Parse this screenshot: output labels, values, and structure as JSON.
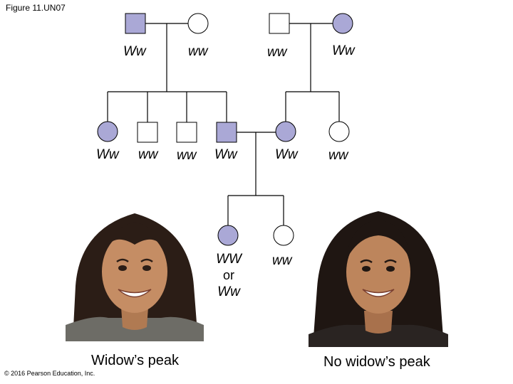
{
  "figure_label": "Figure 11.UN07",
  "genotypes": {
    "gen1": [
      "Ww",
      "ww",
      "ww",
      "Ww"
    ],
    "gen2": [
      "Ww",
      "ww",
      "ww",
      "Ww",
      "Ww",
      "ww"
    ],
    "gen3_left": [
      "WW",
      "or",
      "Ww"
    ],
    "gen3_right": "ww"
  },
  "captions": {
    "left": "Widow’s peak",
    "right": "No widow’s peak"
  },
  "copyright": "© 2016 Pearson Education, Inc.",
  "colors": {
    "affected": "#aaa8d6",
    "unaffected": "#ffffff",
    "line": "#000000"
  }
}
